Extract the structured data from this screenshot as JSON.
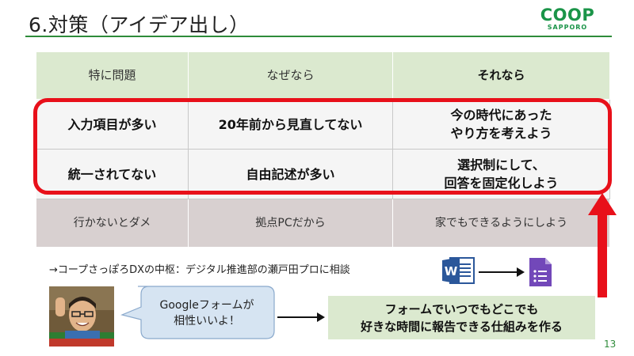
{
  "slide": {
    "title": "6.対策（アイデア出し）",
    "logo": {
      "main": "COOP",
      "sub": "SAPPORO"
    },
    "page_number": "13"
  },
  "table": {
    "headers": [
      "特に問題",
      "なぜなら",
      "それなら"
    ],
    "rows": [
      [
        "入力項目が多い",
        "20年前から見直してない",
        "今の時代にあった\nやり方を考えよう"
      ],
      [
        "統一されてない",
        "自由記述が多い",
        "選択制にして、\n回答を固定化しよう"
      ],
      [
        "行かないとダメ",
        "拠点PCだから",
        "家でもできるようにしよう"
      ]
    ]
  },
  "consult": "→コープさっぽろDXの中枢：デジタル推進部の瀬戸田プロに相談",
  "icons": {
    "word": "word-icon",
    "forms": "google-forms-icon",
    "word_letter": "W"
  },
  "bubble": {
    "line1": "Googleフォームが",
    "line2": "相性いいよ！"
  },
  "result": {
    "line1": "フォームでいつでもどこでも",
    "line2": "好きな時間に報告できる仕組みを作る"
  },
  "colors": {
    "accent_green": "#1a9448",
    "header_fill": "#dbe9cf",
    "highlight_red": "#e8101a",
    "bubble_fill": "#d6e4f2",
    "row3_fill": "#d8d0d0"
  }
}
